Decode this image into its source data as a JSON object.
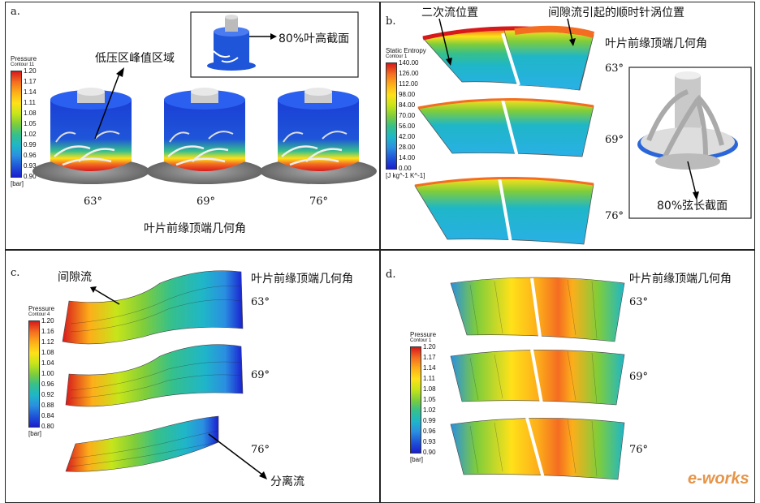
{
  "panels": {
    "a": {
      "tag": "a.",
      "inset_text": "80%叶高截面",
      "peak_text": "低压区峰值区域",
      "angles": [
        "63°",
        "69°",
        "76°"
      ],
      "caption": "叶片前缘顶端几何角",
      "legend": {
        "title": "Pressure",
        "sub": "Contour 11",
        "unit": "[bar]",
        "ticks": [
          "1.20",
          "1.17",
          "1.14",
          "1.11",
          "1.08",
          "1.05",
          "1.02",
          "0.99",
          "0.96",
          "0.93",
          "0.90"
        ]
      }
    },
    "b": {
      "tag": "b.",
      "secondary_text": "二次流位置",
      "vortex_text": "间隙流引起的顺时针涡位置",
      "caption": "叶片前缘顶端几何角",
      "angles": [
        "63°",
        "69°",
        "76°"
      ],
      "chord_text": "80%弦长截面",
      "legend": {
        "title": "Static Entropy",
        "sub": "Contour 1",
        "unit": "[J kg^-1 K^-1]",
        "ticks": [
          "140.00",
          "126.00",
          "112.00",
          "98.00",
          "84.00",
          "70.00",
          "56.00",
          "42.00",
          "28.00",
          "14.00",
          "0.00"
        ]
      }
    },
    "c": {
      "tag": "c.",
      "gap_text": "间隙流",
      "caption": "叶片前缘顶端几何角",
      "angles": [
        "63°",
        "69°",
        "76°"
      ],
      "sep_text": "分离流",
      "legend": {
        "title": "Pressure",
        "sub": "Contour 4",
        "unit": "[bar]",
        "ticks": [
          "1.20",
          "1.16",
          "1.12",
          "1.08",
          "1.04",
          "1.00",
          "0.96",
          "0.92",
          "0.88",
          "0.84",
          "0.80"
        ]
      }
    },
    "d": {
      "tag": "d.",
      "caption": "叶片前缘顶端几何角",
      "angles": [
        "63°",
        "69°",
        "76°"
      ],
      "legend": {
        "title": "Pressure",
        "sub": "Contour 1",
        "unit": "[bar]",
        "ticks": [
          "1.20",
          "1.17",
          "1.14",
          "1.11",
          "1.08",
          "1.05",
          "1.02",
          "0.99",
          "0.96",
          "0.93",
          "0.90"
        ]
      }
    }
  },
  "watermark": "e-works",
  "colors": {
    "legend_stops": [
      "#d7191c",
      "#f46d21",
      "#fdae1a",
      "#ffe119",
      "#c7e51a",
      "#7fcd3b",
      "#36c08b",
      "#1fb6c8",
      "#2a8fe0",
      "#1f55d8",
      "#1a1fd0"
    ]
  }
}
